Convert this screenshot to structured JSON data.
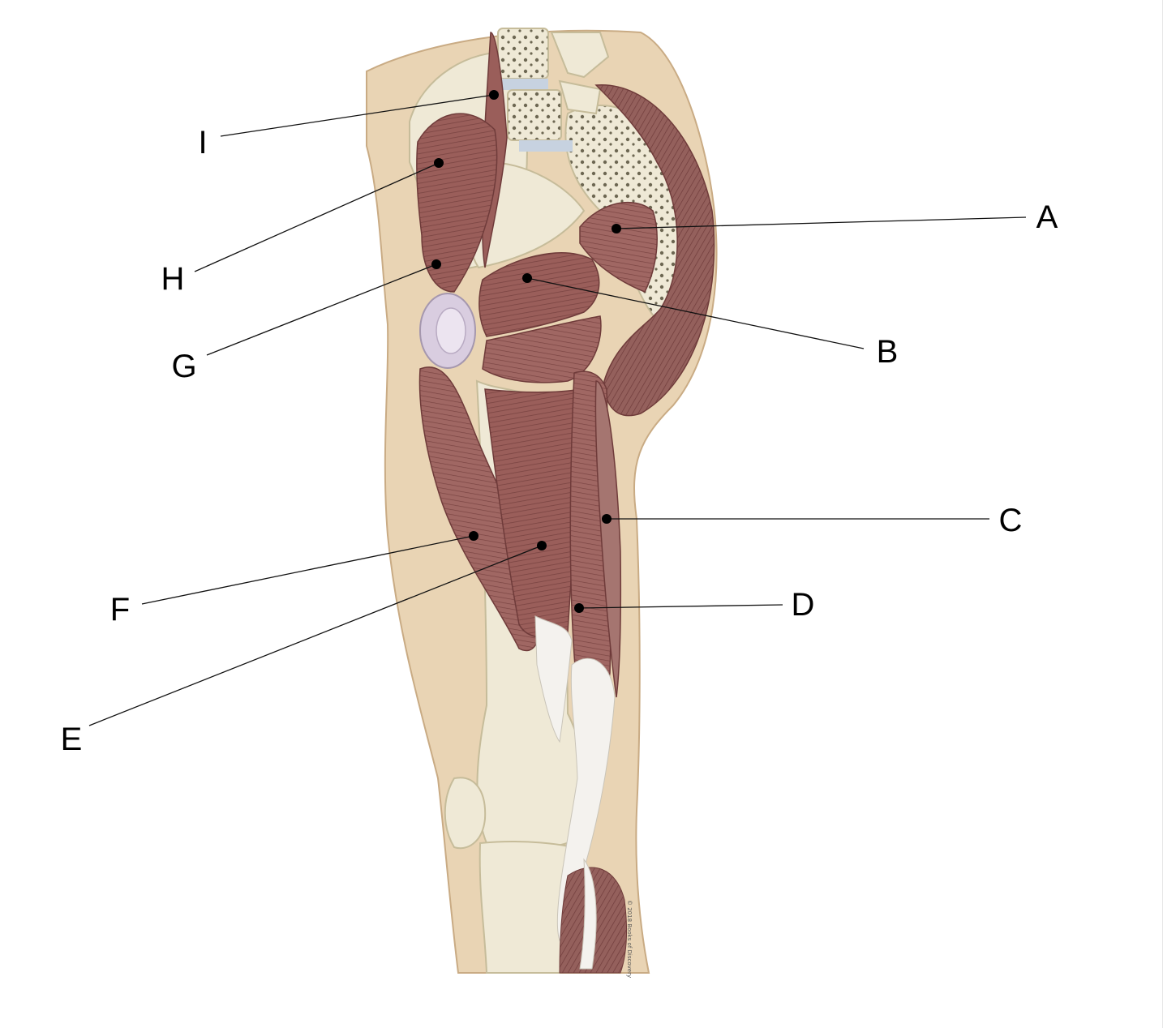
{
  "diagram": {
    "labels": [
      {
        "id": "A",
        "text": "A"
      },
      {
        "id": "B",
        "text": "B"
      },
      {
        "id": "C",
        "text": "C"
      },
      {
        "id": "D",
        "text": "D"
      },
      {
        "id": "E",
        "text": "E"
      },
      {
        "id": "F",
        "text": "F"
      },
      {
        "id": "G",
        "text": "G"
      },
      {
        "id": "H",
        "text": "H"
      },
      {
        "id": "I",
        "text": "I"
      }
    ],
    "credit": "© 2018 Books of Discovery",
    "colors": {
      "skin": "#e9d4b4",
      "skin_edge": "#c9ab84",
      "bone": "#efe9d6",
      "bone_edge": "#c6bc9a",
      "muscle": "#9a5e5a",
      "muscle_dark": "#6f3b3a",
      "muscle_light": "#b98985",
      "tendon": "#f4f2ee",
      "cartilage": "#d9cde0"
    }
  }
}
